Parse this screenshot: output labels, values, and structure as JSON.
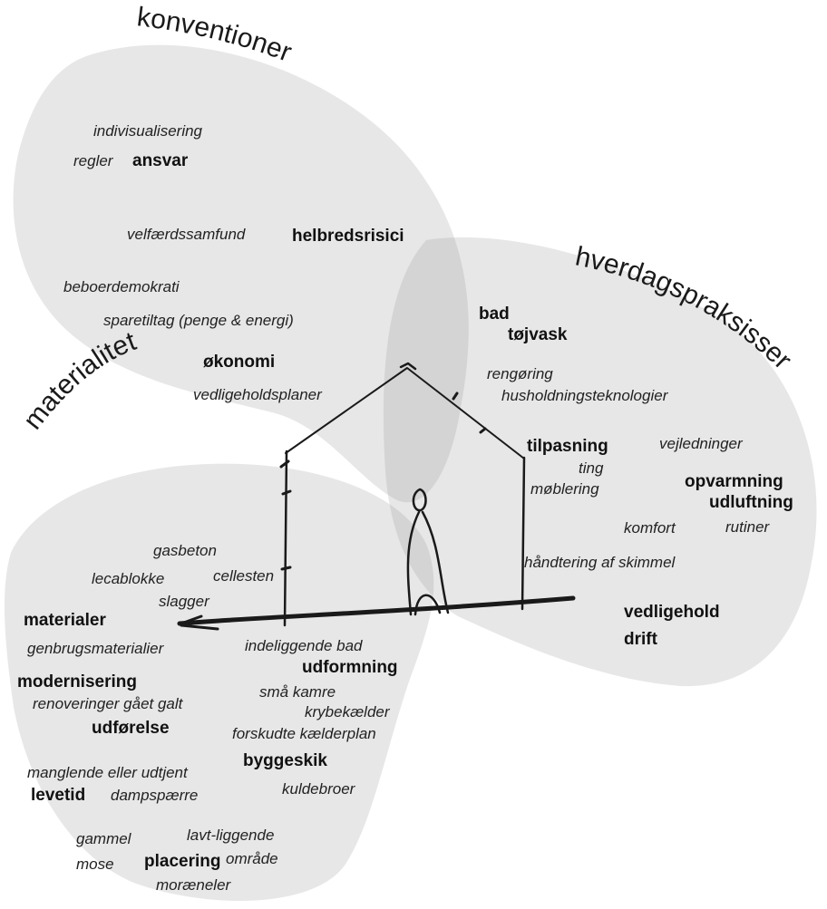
{
  "circles": {
    "konventioner": "konventioner",
    "hverdagspraksisser": "hverdagspraksisser",
    "materialitet": "materialitet"
  },
  "terms": {
    "indivisualisering": "indivisualisering",
    "regler": "regler",
    "ansvar": "ansvar",
    "velfaerdssamfund": "velfærdssamfund",
    "helbredsrisici": "helbredsrisici",
    "beboerdemokrati": "beboerdemokrati",
    "sparetiltag": "sparetiltag (penge & energi)",
    "okonomi": "økonomi",
    "vedligeholdsplaner": "vedligeholdsplaner",
    "bad": "bad",
    "tojvask": "tøjvask",
    "rengoring": "rengøring",
    "husholdningsteknologier": "husholdningsteknologier",
    "tilpasning": "tilpasning",
    "vejledninger": "vejledninger",
    "ting": "ting",
    "moblering": "møblering",
    "opvarmning": "opvarmning",
    "udluftning": "udluftning",
    "komfort": "komfort",
    "rutiner": "rutiner",
    "skimmel": "håndtering af skimmel",
    "vedligehold": "vedligehold",
    "drift": "drift",
    "gasbeton": "gasbeton",
    "lecablokke": "lecablokke",
    "cellesten": "cellesten",
    "slagger": "slagger",
    "materialer": "materialer",
    "genbrugsmaterialier": "genbrugsmaterialier",
    "indeliggende_bad": "indeliggende bad",
    "udformning": "udformning",
    "modernisering": "modernisering",
    "sma_kamre": "små kamre",
    "renoveringer": "renoveringer gået galt",
    "krybekaelder": "krybekælder",
    "udforelse": "udførelse",
    "forskudte": "forskudte kælderplan",
    "byggeskik": "byggeskik",
    "manglende": "manglende eller udtjent",
    "levetid": "levetid",
    "dampspaerre": "dampspærre",
    "kuldebroer": "kuldebroer",
    "lavt_liggende": "lavt-liggende",
    "gammel": "gammel",
    "mose": "mose",
    "placering": "placering",
    "omrade": "område",
    "moraeneler": "moræneler"
  },
  "colors": {
    "circle_fill": "#9a9a9a",
    "ink": "#1a1a1a"
  }
}
